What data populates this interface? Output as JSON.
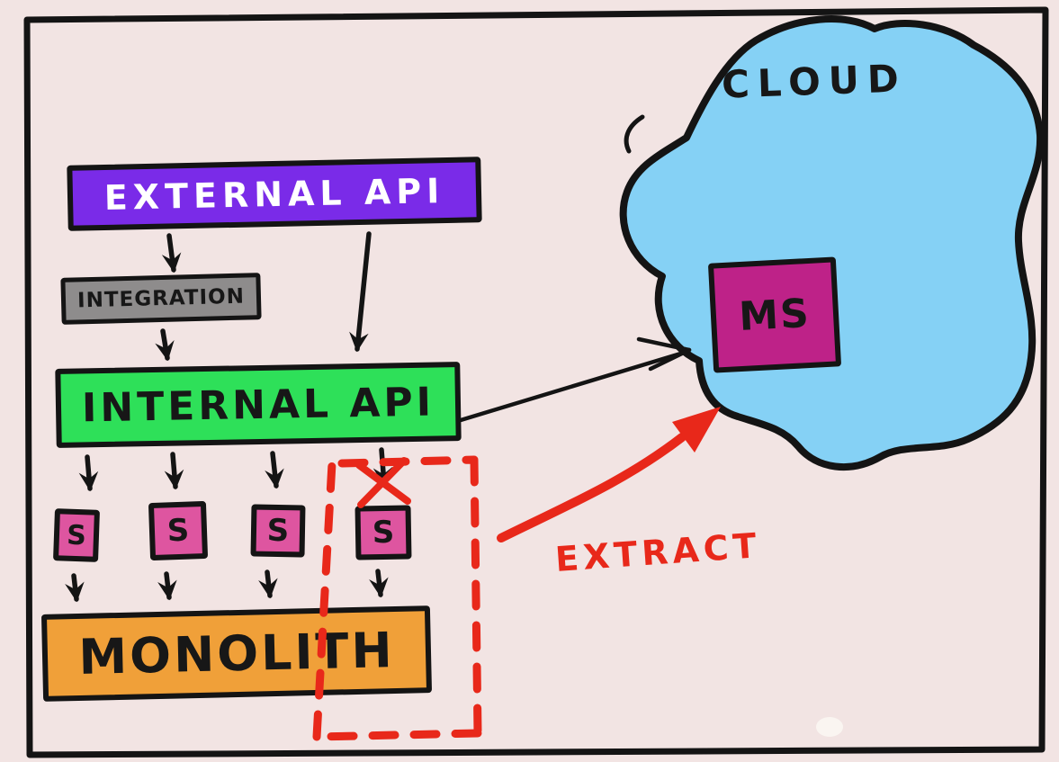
{
  "diagram": {
    "type": "hand-drawn architecture sketch",
    "nodes": {
      "external_api": {
        "label": "EXTERNAL API",
        "fill": "#7A2BE8",
        "text_color": "#FFFFFF"
      },
      "integration": {
        "label": "INTEGRATION",
        "fill": "#8E8C8C",
        "text_color": "#171717"
      },
      "internal_api": {
        "label": "INTERNAL API",
        "fill": "#2EE059",
        "text_color": "#171717"
      },
      "services": {
        "labels": [
          "S",
          "S",
          "S",
          "S"
        ],
        "fill": "#DE55A0",
        "text_color": "#171717"
      },
      "monolith": {
        "label": "MONOLITH",
        "fill": "#F0A039",
        "text_color": "#171717"
      },
      "cloud": {
        "label": "CLOUD",
        "fill": "#85D1F5",
        "text_color": "#171717"
      },
      "microservice": {
        "label": "MS",
        "fill": "#BE2288",
        "text_color": "#171717"
      }
    },
    "annotations": {
      "extract_label": "EXTRACT"
    },
    "colors": {
      "background": "#F2E4E3",
      "ink": "#141414",
      "highlight_red": "#E8281A"
    }
  }
}
